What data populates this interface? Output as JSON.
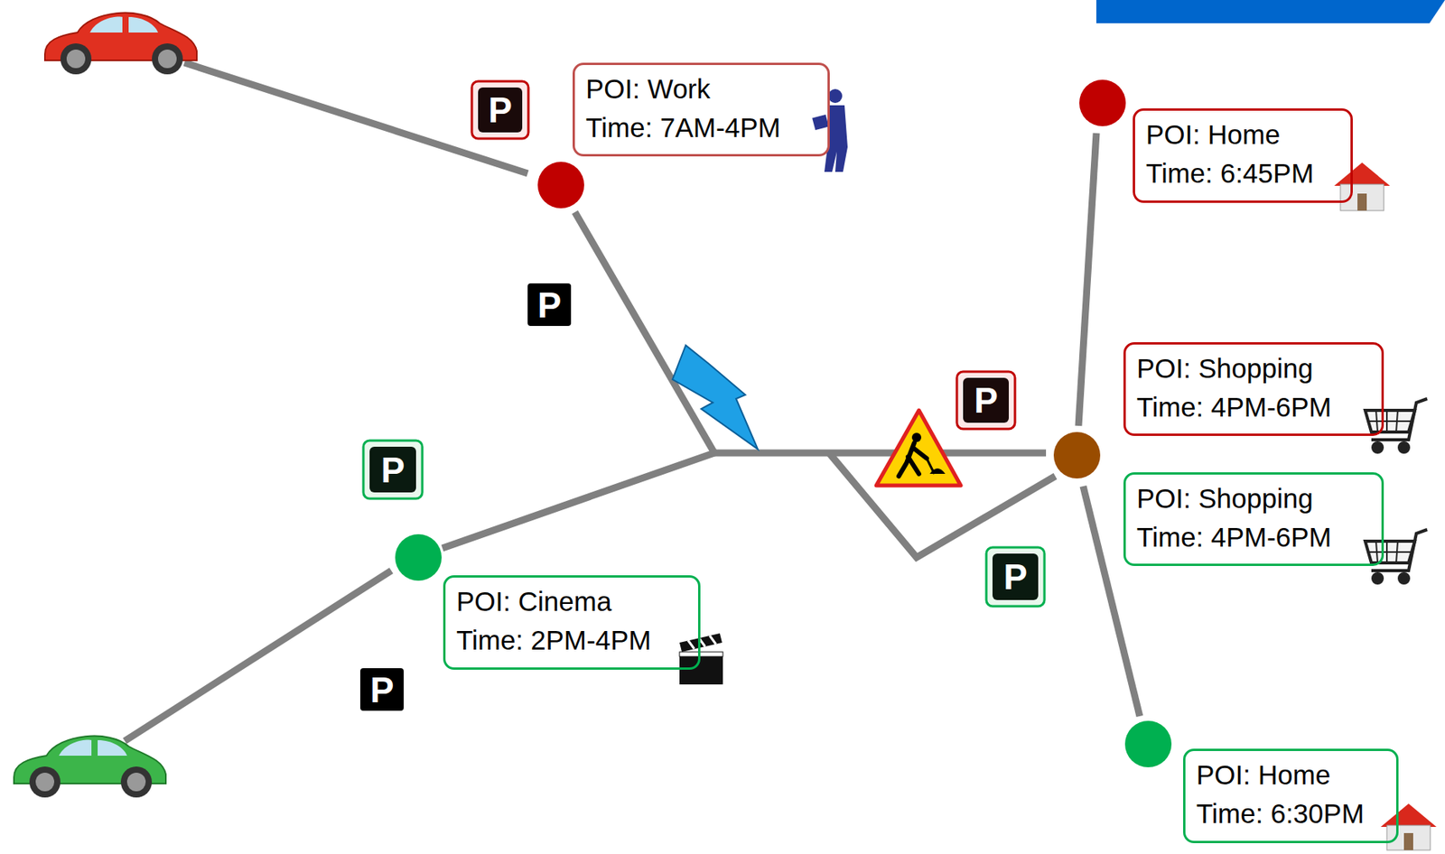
{
  "diagram": {
    "nodes": [
      {
        "text": [
          "POI: Work",
          "Time: 7AM-4PM"
        ]
      },
      {
        "text": [
          "POI: Home",
          "Time: 6:45PM"
        ]
      },
      {
        "text": [
          "POI: Shopping",
          "Time: 4PM-6PM"
        ]
      },
      {
        "text": [
          "POI: Shopping",
          "Time: 4PM-6PM"
        ]
      },
      {
        "text": [
          "POI: Cinema",
          "Time: 2PM-4PM"
        ]
      },
      {
        "text": [
          "POI: Home",
          "Time: 6:30PM"
        ]
      }
    ],
    "labels": [
      "P",
      "P",
      "P",
      "P",
      "P",
      "P"
    ]
  }
}
